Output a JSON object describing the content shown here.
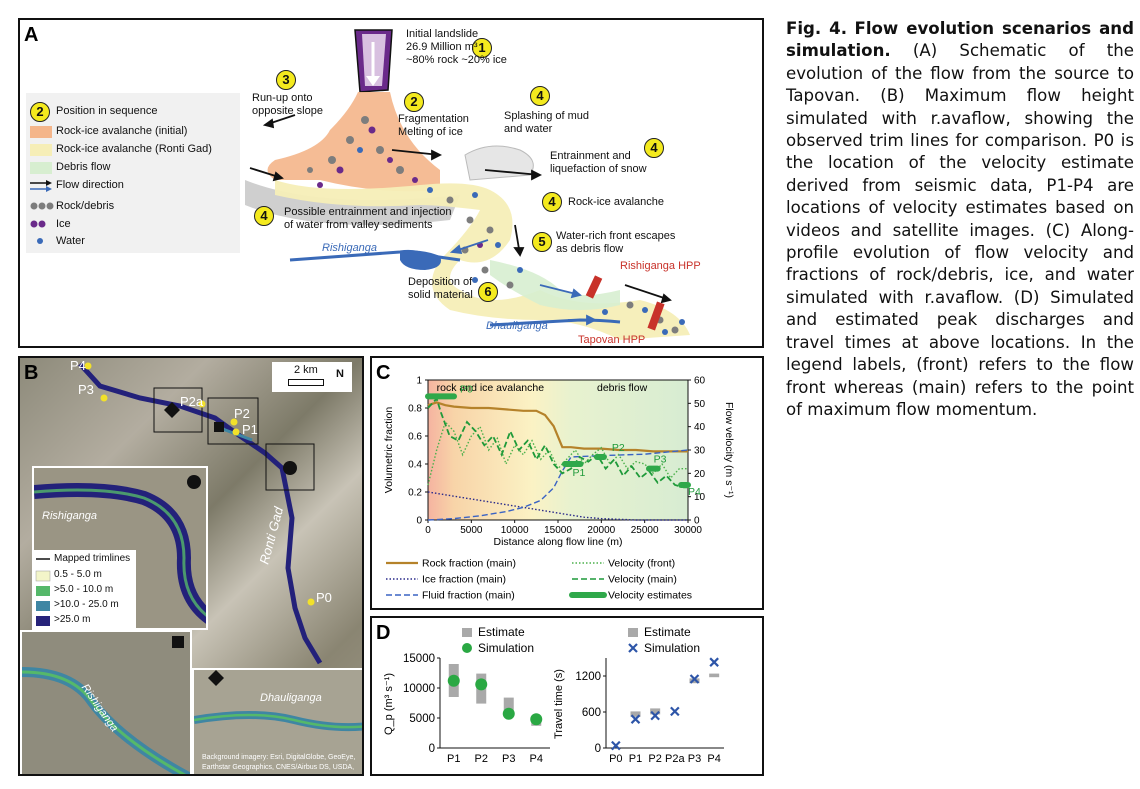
{
  "caption": {
    "fig": "Fig. 4.",
    "title": "Flow evolution scenarios and simulation.",
    "text": "(A) Schematic of the evolution of the flow from the source to Tapovan. (B) Maximum flow height simulated with r.avaflow, showing the observed trim lines for comparison. P0 is the location of the velocity estimate derived from seismic data, P1-P4 are locations of velocity estimates based on videos and satellite images. (C) Along-profile evolution of flow velocity and fractions of rock/debris, ice, and water simulated with r.avaflow. (D) Simulated and estimated peak discharges and travel times at above locations. In the legend labels, (front) refers to the flow front whereas (main) refers to the point of maximum flow momentum."
  },
  "panelA": {
    "label": "A",
    "legend": {
      "position_num": "2",
      "position": "Position in sequence",
      "initial": "Rock-ice avalanche (initial)",
      "ronti": "Rock-ice avalanche (Ronti Gad)",
      "debris": "Debris flow",
      "flow": "Flow direction",
      "rock": "Rock/debris",
      "ice": "Ice",
      "water": "Water"
    },
    "labels": {
      "n1": "1",
      "t1a": "Initial landslide",
      "t1b": "26.9 Million m³",
      "t1c": "~80% rock ~20% ice",
      "n2": "2",
      "t2a": "Fragmentation",
      "t2b": "Melting of ice",
      "n3": "3",
      "t3a": "Run-up onto",
      "t3b": "opposite slope",
      "n4a": "4",
      "t4a1": "Splashing of mud",
      "t4a2": "and water",
      "n4b": "4",
      "t4b1": "Entrainment and",
      "t4b2": "liquefaction of snow",
      "n4c": "4",
      "t4c": "Rock-ice avalanche",
      "n4d": "4",
      "t4d1": "Possible entrainment and injection",
      "t4d2": "of water from valley sediments",
      "n5": "5",
      "t5a": "Water-rich front escapes",
      "t5b": "as debris flow",
      "n6": "6",
      "t6a": "Deposition of",
      "t6b": "solid material",
      "rishiganga": "Rishiganga",
      "rishiganga_hpp": "Rishiganga HPP",
      "dhauliganga": "Dhauliganga",
      "tapovan_hpp": "Tapovan HPP"
    }
  },
  "panelB": {
    "label": "B",
    "scale": "2 km",
    "north": "N",
    "points": [
      "P4",
      "P3",
      "P2a",
      "P2",
      "P1",
      "P0"
    ],
    "ronti": "Ronti Gad",
    "rishiganga1": "Rishiganga",
    "rishiganga2": "Rishiganga",
    "dhauliganga": "Dhauliganga",
    "legend": [
      "Mapped trimlines",
      "0.5 - 5.0 m",
      ">5.0 - 10.0 m",
      ">10.0 - 25.0 m",
      ">25.0 m"
    ],
    "legend_colors": [
      "#111111",
      "#f3f5c9",
      "#55b86a",
      "#3f86a3",
      "#27237a"
    ],
    "credit1": "Background imagery: Esri, DigitalGlobe, GeoEye,",
    "credit2": "Earthstar Geographics, CNES/Airbus DS, USDA,"
  },
  "chart_data": [
    {
      "type": "line",
      "panel": "C",
      "xlabel": "Distance along flow line (m)",
      "ylabel": "Volumetric fraction",
      "y2label": "Flow velocity (m s⁻¹)",
      "xlim": [
        0,
        30000
      ],
      "ylim": [
        0,
        1.0
      ],
      "y2lim": [
        0,
        60
      ],
      "xticks": [
        "0",
        "5000",
        "10000",
        "15000",
        "20000",
        "25000",
        "30000"
      ],
      "yticks": [
        "0",
        "0.2",
        "0.4",
        "0.6",
        "0.8",
        "1"
      ],
      "y2ticks": [
        "0",
        "10",
        "20",
        "30",
        "40",
        "50",
        "60"
      ],
      "zones": [
        "rock and ice avalanche",
        "debris flow"
      ],
      "series": [
        {
          "name": "Rock fraction (main)",
          "axis": "left",
          "color": "#b5822a",
          "style": "solid",
          "x": [
            0,
            1000,
            2000,
            3000,
            5000,
            7000,
            9000,
            11000,
            12500,
            13500,
            14500,
            15500,
            16500,
            18000,
            20000,
            22000,
            24000,
            26000,
            28000,
            30000
          ],
          "y": [
            0.82,
            0.84,
            0.82,
            0.81,
            0.8,
            0.8,
            0.79,
            0.78,
            0.78,
            0.75,
            0.67,
            0.52,
            0.52,
            0.51,
            0.51,
            0.5,
            0.5,
            0.49,
            0.49,
            0.49
          ]
        },
        {
          "name": "Ice fraction (main)",
          "axis": "left",
          "color": "#2a2a8a",
          "style": "dotted",
          "x": [
            0,
            2000,
            5000,
            8000,
            11000,
            14000,
            16000,
            18000,
            20000,
            24000,
            28000,
            30000
          ],
          "y": [
            0.2,
            0.18,
            0.15,
            0.12,
            0.09,
            0.06,
            0.04,
            0.02,
            0.01,
            0.0,
            0.0,
            0.0
          ]
        },
        {
          "name": "Fluid fraction (main)",
          "axis": "left",
          "color": "#3a63c4",
          "style": "dashed",
          "x": [
            0,
            3000,
            6000,
            9000,
            11000,
            13000,
            14500,
            15500,
            16500,
            20000,
            25000,
            30000
          ],
          "y": [
            0.0,
            0.01,
            0.03,
            0.06,
            0.09,
            0.14,
            0.23,
            0.35,
            0.45,
            0.46,
            0.47,
            0.5
          ]
        },
        {
          "name": "Velocity (front)",
          "axis": "right",
          "color": "#4bb04b",
          "style": "dotted",
          "x": [
            0,
            1000,
            2000,
            3000,
            4000,
            5000,
            6000,
            7000,
            8000,
            9000,
            10000,
            11000,
            12000,
            13000,
            14000,
            15000,
            16000,
            17000,
            18000,
            19000,
            20000,
            21000,
            22000,
            23000,
            24000,
            25000,
            26000,
            27000,
            28000,
            29000,
            30000
          ],
          "y": [
            15,
            30,
            42,
            38,
            28,
            36,
            40,
            30,
            35,
            24,
            32,
            28,
            34,
            26,
            30,
            22,
            26,
            30,
            24,
            28,
            31,
            24,
            28,
            22,
            25,
            24,
            20,
            24,
            18,
            22,
            22
          ]
        },
        {
          "name": "Velocity (main)",
          "axis": "right",
          "color": "#1f9a3a",
          "style": "dashed",
          "x": [
            0,
            1000,
            1500,
            2500,
            3500,
            4500,
            5500,
            6500,
            7500,
            8500,
            9500,
            10500,
            11500,
            12500,
            13500,
            14500,
            15500,
            16500,
            17500,
            18500,
            19500,
            20500,
            21500,
            22500,
            23500,
            24500,
            25500,
            26500,
            27500,
            28500,
            29500,
            30000
          ],
          "y": [
            48,
            52,
            46,
            36,
            34,
            42,
            38,
            32,
            36,
            28,
            38,
            30,
            34,
            26,
            32,
            24,
            20,
            22,
            27,
            25,
            28,
            22,
            26,
            19,
            23,
            18,
            21,
            16,
            19,
            15,
            14,
            14
          ]
        },
        {
          "name": "Velocity estimates",
          "axis": "right",
          "color": "#2fa84a",
          "style": "thick",
          "segments": [
            {
              "x": [
                0,
                3000
              ],
              "y": [
                53,
                53
              ]
            },
            {
              "x": [
                15800,
                17600
              ],
              "y": [
                24,
                24
              ]
            },
            {
              "x": [
                19500,
                20300
              ],
              "y": [
                27,
                27
              ]
            },
            {
              "x": [
                25500,
                26500
              ],
              "y": [
                22,
                22
              ]
            },
            {
              "x": [
                29200,
                30000
              ],
              "y": [
                15,
                15
              ]
            }
          ]
        }
      ],
      "point_labels": [
        "P0",
        "P1",
        "P2",
        "P3",
        "P4"
      ]
    },
    {
      "type": "scatter",
      "panel": "D-left",
      "ylabel": "Q_p (m³ s⁻¹)",
      "categories": [
        "P1",
        "P2",
        "P3",
        "P4"
      ],
      "ylim": [
        0,
        15000
      ],
      "yticks": [
        "0",
        "5000",
        "10000",
        "15000"
      ],
      "series": [
        {
          "name": "Estimate",
          "marker": "bar-range",
          "color": "#a9a9a9",
          "low": [
            8500,
            7400,
            5200,
            3700
          ],
          "high": [
            14000,
            12400,
            8400,
            5200
          ]
        },
        {
          "name": "Simulation",
          "marker": "circle",
          "color": "#2aa843",
          "values": [
            11200,
            10600,
            5700,
            4800
          ]
        }
      ]
    },
    {
      "type": "scatter",
      "panel": "D-right",
      "ylabel": "Travel time (s)",
      "categories": [
        "P0",
        "P1",
        "P2",
        "P2a",
        "P3",
        "P4"
      ],
      "ylim": [
        0,
        1500
      ],
      "yticks": [
        "0",
        "600",
        "1200"
      ],
      "series": [
        {
          "name": "Estimate",
          "marker": "bar",
          "color": "#a9a9a9",
          "low": [
            null,
            520,
            560,
            null,
            1080,
            1180
          ],
          "high": [
            null,
            610,
            660,
            null,
            1160,
            1240
          ]
        },
        {
          "name": "Simulation",
          "marker": "x",
          "color": "#2d55a8",
          "values": [
            40,
            480,
            540,
            610,
            1150,
            1430
          ]
        }
      ]
    }
  ],
  "panelC": {
    "label": "C"
  },
  "panelD": {
    "label": "D"
  }
}
